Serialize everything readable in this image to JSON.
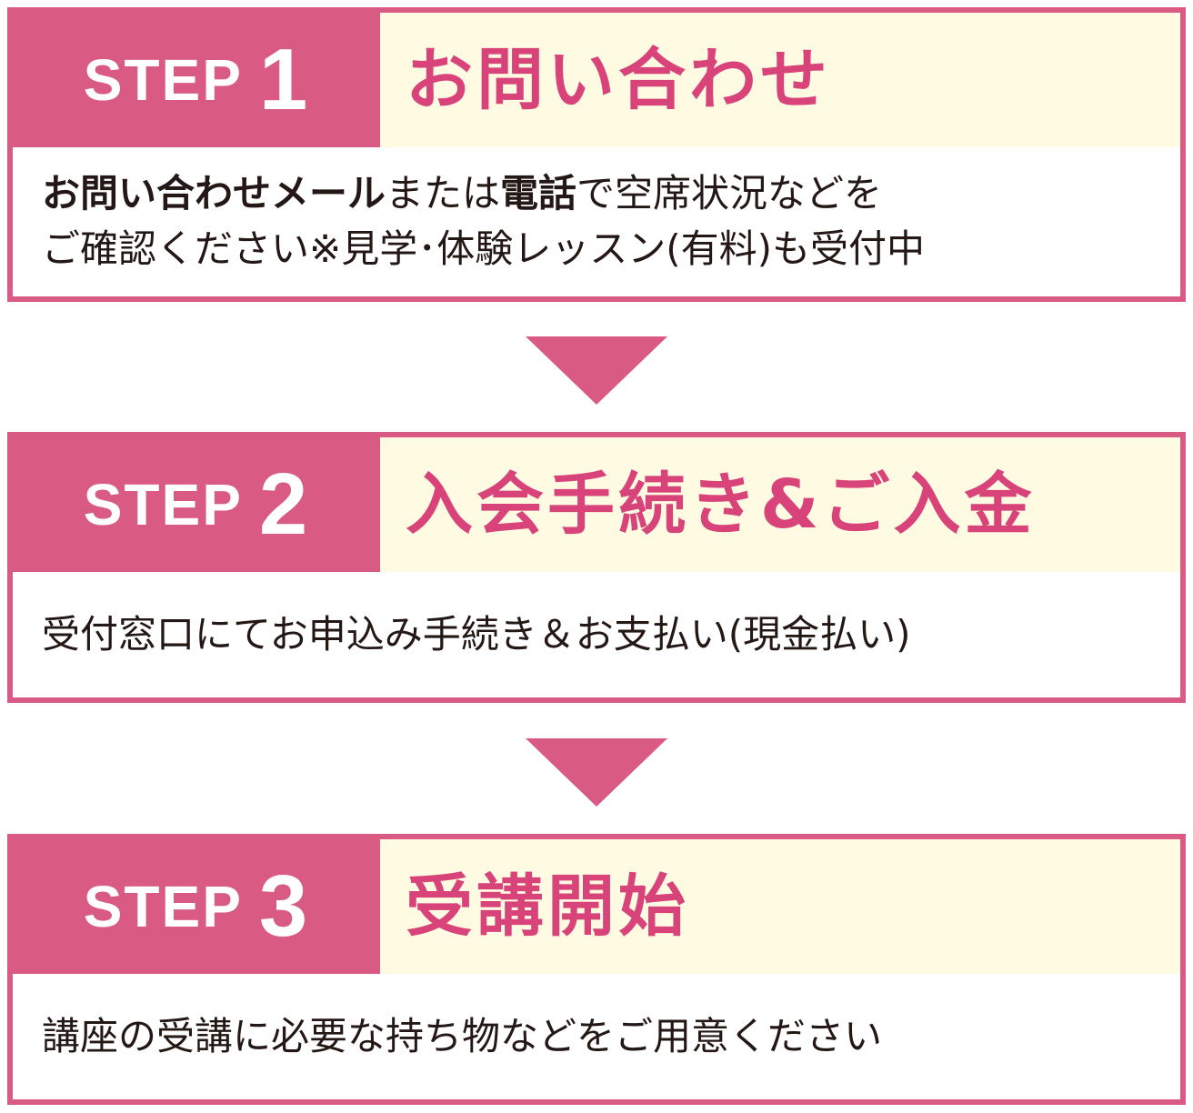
{
  "colors": {
    "accent": "#d95a82",
    "title_text": "#d8437a",
    "title_bg": "#fffbe3",
    "body_text": "#231815"
  },
  "steps": [
    {
      "label": "STEP",
      "number": "1",
      "title": "お問い合わせ",
      "body_line1_bold1": "お問い合わせメール",
      "body_line1_text1": "または",
      "body_line1_bold2": "電話",
      "body_line1_text2": "で空席状況などを",
      "body_line2": "ご確認ください※見学･体験レッスン(有料)も受付中"
    },
    {
      "label": "STEP",
      "number": "2",
      "title": "入会手続き&ご入金",
      "body_line1": "受付窓口にてお申込み手続き＆お支払い(現金払い)"
    },
    {
      "label": "STEP",
      "number": "3",
      "title": "受講開始",
      "body_line1": "講座の受講に必要な持ち物などをご用意ください"
    }
  ],
  "arrows": [
    {
      "icon": "down-triangle-icon"
    },
    {
      "icon": "down-triangle-icon"
    }
  ]
}
